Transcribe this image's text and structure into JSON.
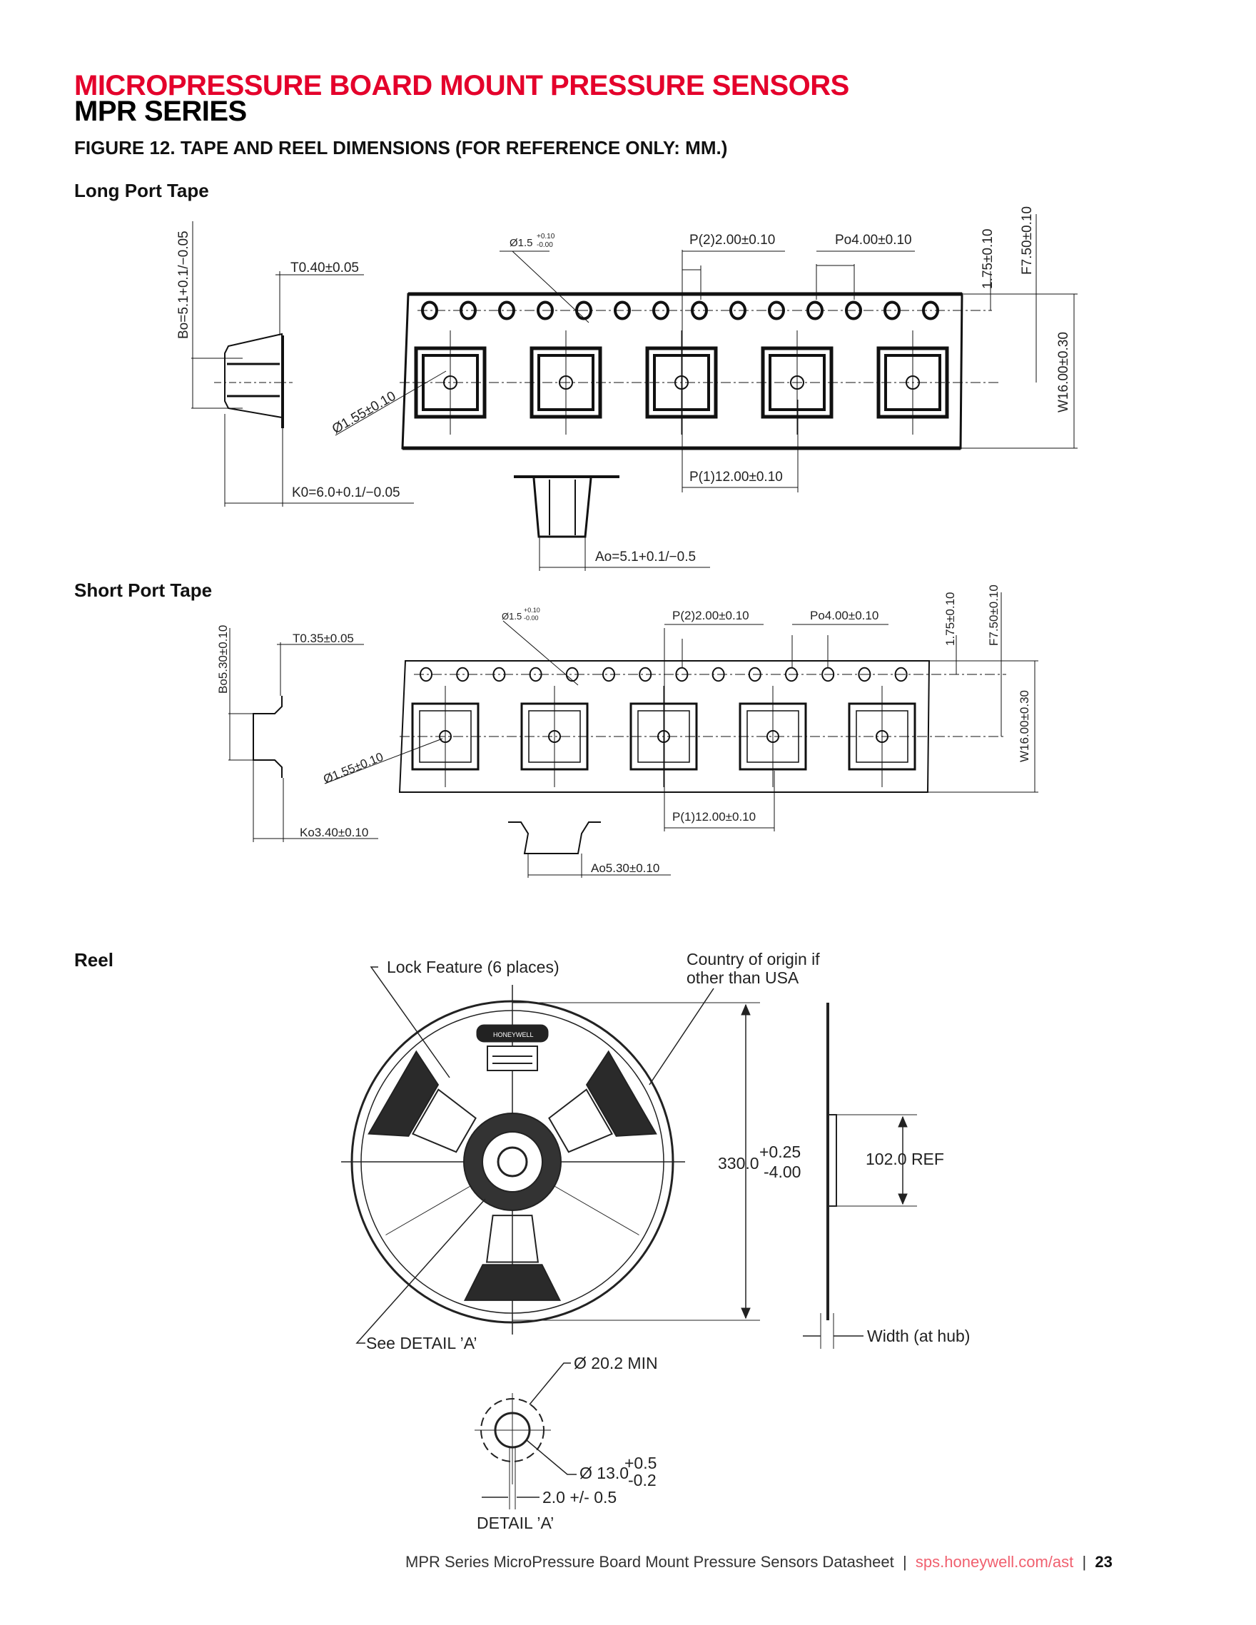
{
  "header": {
    "title": "MICROPRESSURE BOARD MOUNT PRESSURE SENSORS",
    "subtitle": "MPR SERIES",
    "figure_title": "FIGURE 12. TAPE AND REEL DIMENSIONS (FOR REFERENCE ONLY: MM.)"
  },
  "long_port": {
    "heading": "Long Port Tape",
    "bo": "Bo=5.1+0.1/−0.05",
    "t": "T0.40±0.05",
    "hole": "Ø1.5",
    "hole_tol_plus": "+0.10",
    "hole_tol_minus": "-0.00",
    "p2": "P(2)2.00±0.10",
    "po": "Po4.00±0.10",
    "e": "1.75±0.10",
    "f": "F7.50±0.10",
    "w": "W16.00±0.30",
    "pocket_hole": "Ø1.55±0.10",
    "p1": "P(1)12.00±0.10",
    "k0": "K0=6.0+0.1/−0.05",
    "ao": "Ao=5.1+0.1/−0.5"
  },
  "short_port": {
    "heading": "Short Port Tape",
    "bo": "Bo5.30±0.10",
    "t": "T0.35±0.05",
    "hole": "Ø1.5",
    "hole_tol_plus": "+0.10",
    "hole_tol_minus": "-0.00",
    "p2": "P(2)2.00±0.10",
    "po": "Po4.00±0.10",
    "e": "1.75±0.10",
    "f": "F7.50±0.10",
    "w": "W16.00±0.30",
    "pocket_hole": "Ø1.55±0.10",
    "p1": "P(1)12.00±0.10",
    "ko": "Ko3.40±0.10",
    "ao": "Ao5.30±0.10"
  },
  "reel": {
    "heading": "Reel",
    "lock_feature": "Lock Feature (6 places)",
    "country_line1": "Country of origin if",
    "country_line2": "other than USA",
    "diameter": "330.0",
    "diameter_plus": "+0.25",
    "diameter_minus": "-4.00",
    "hub_ref": "102.0 REF",
    "width_hub": "Width (at hub)",
    "see_detail": "See DETAIL ’A’",
    "logo_text": "HONEYWELL",
    "detail": {
      "min_dia": "Ø 20.2 MIN",
      "bore": "Ø 13.0",
      "bore_plus": "+0.5",
      "bore_minus": "-0.2",
      "slot": "2.0 +/- 0.5",
      "label": "DETAIL ’A’"
    }
  },
  "footer": {
    "doc_title": "MPR Series MicroPressure Board Mount Pressure Sensors Datasheet",
    "separator": "|",
    "link": "sps.honeywell.com/ast",
    "page": "23"
  },
  "colors": {
    "brand_red": "#e4002b",
    "link": "#f0606f"
  }
}
